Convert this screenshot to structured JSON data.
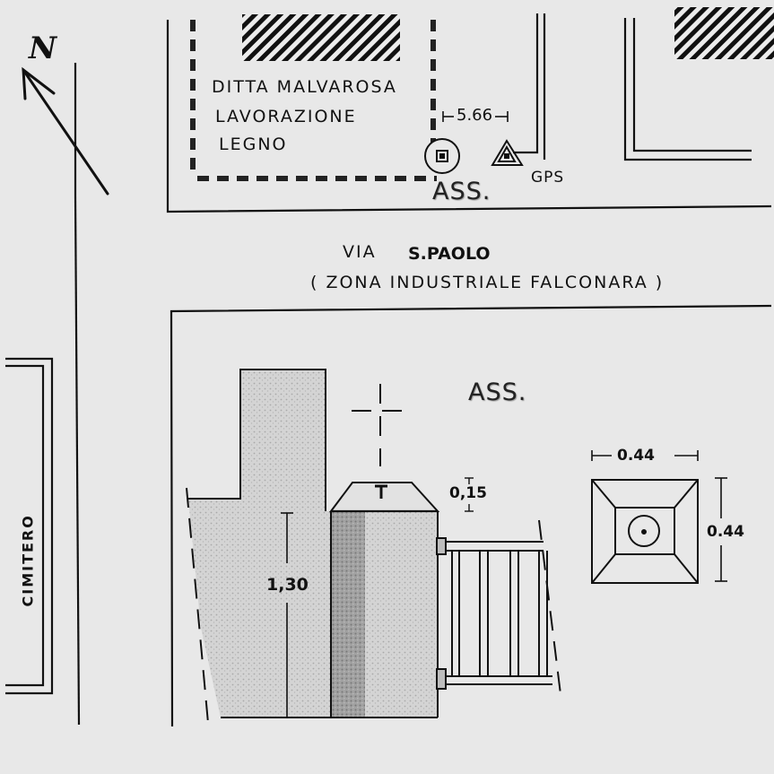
{
  "north_label": "N",
  "firm": {
    "line1": "DITTA MALVAROSA",
    "line2": "LAVORAZIONE",
    "line3": "LEGNO"
  },
  "dimension_top": "5.66",
  "gps_label": "GPS",
  "ass_top": "ASS.",
  "street": {
    "line1_prefix": "VIA",
    "line1_name": "S.PAOLO",
    "line2": "( ZONA  INDUSTRIALE  FALCONARA )"
  },
  "ass_bottom": "ASS.",
  "cimitero": "CIMITERO",
  "dimensions": {
    "height": "1,30",
    "cap": "0,15",
    "width": "0.44",
    "depth": "0.44"
  },
  "colors": {
    "paper": "#e8e8e8",
    "ink": "#111111",
    "stippled": "#c4c4c4",
    "dark_face": "#8a8a8a"
  }
}
